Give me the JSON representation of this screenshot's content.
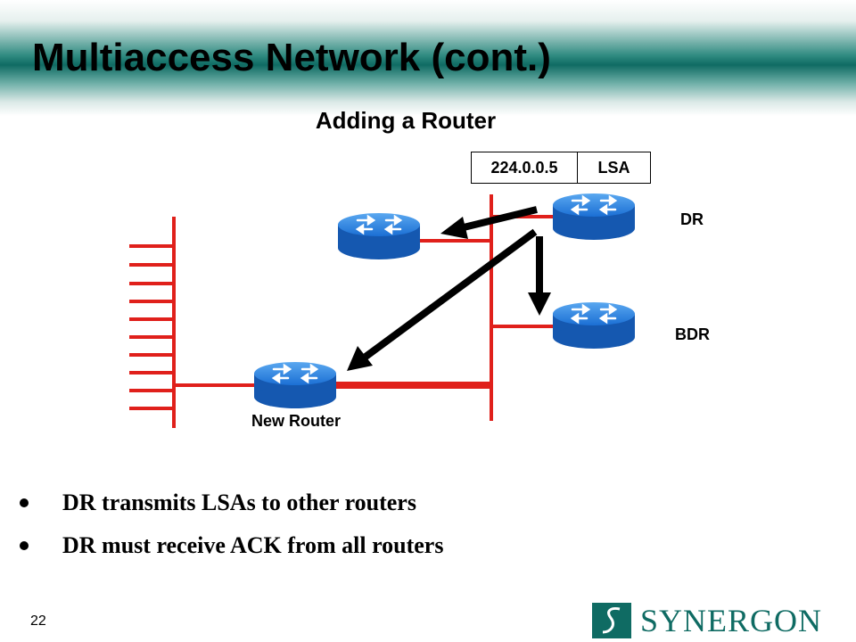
{
  "slide": {
    "title": "Multiaccess Network (cont.)",
    "subtitle": "Adding a Router",
    "page_number": "22"
  },
  "diagram": {
    "packet": {
      "address": "224.0.0.5",
      "type": "LSA"
    },
    "labels": {
      "dr": "DR",
      "bdr": "BDR",
      "new_router": "New Router"
    },
    "colors": {
      "network_line": "#e0201b",
      "router_body": "#1b6fd4",
      "arrow": "#000000",
      "brand": "#0f6b63"
    }
  },
  "bullets": [
    "DR transmits  LSAs to other routers",
    "DR must receive ACK from all routers"
  ],
  "logo": {
    "text": "SYNERGON",
    "icon": "synergon-s-mark"
  }
}
